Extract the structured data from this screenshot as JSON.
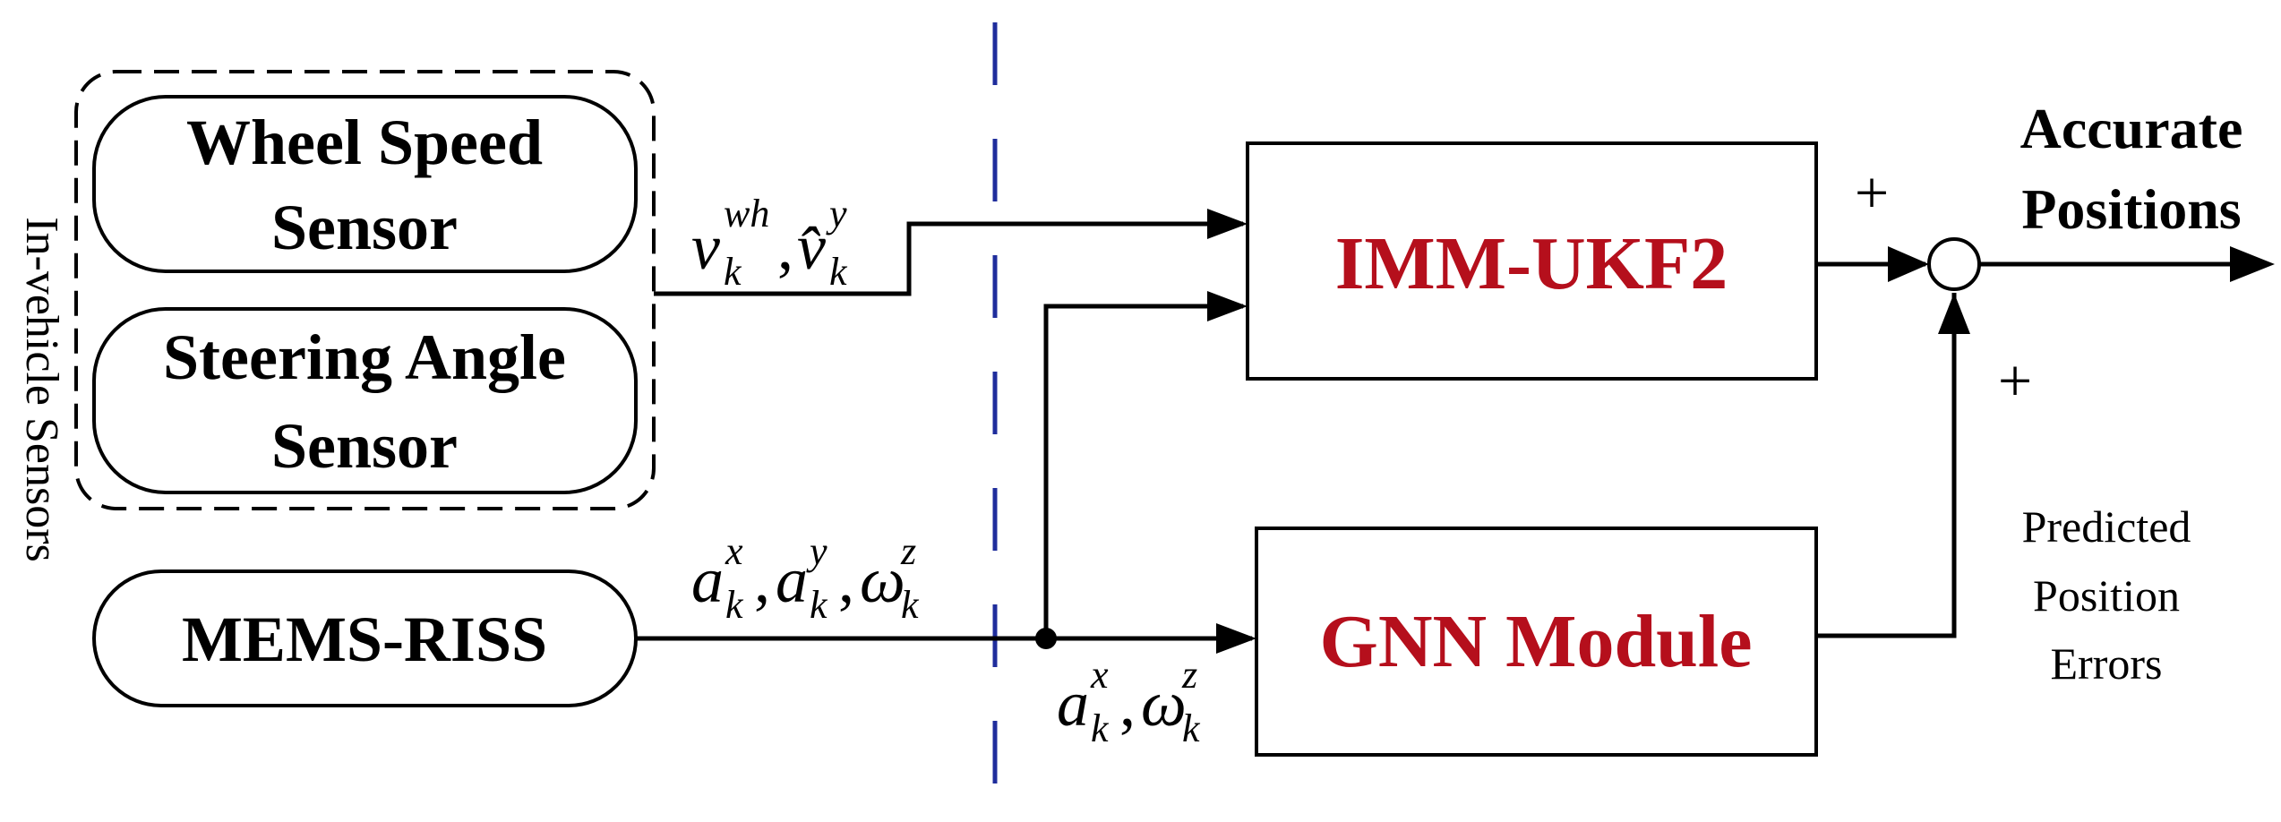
{
  "group_label": "In-vehicle Sensors",
  "nodes": {
    "wheel_speed": [
      "Wheel Speed",
      "Sensor"
    ],
    "steering_angle": [
      "Steering Angle",
      "Sensor"
    ],
    "mems_riss": "MEMS-RISS",
    "imm_ukf2": "IMM-UKF2",
    "gnn_module": "GNN Module"
  },
  "edge_labels": {
    "vehicle_signals": {
      "v": "v",
      "v_sub": "k",
      "v_sup": "wh",
      "comma": ",",
      "vhat": "v̂",
      "vhat_sub": "k",
      "vhat_sup": "y"
    },
    "riss_signals": {
      "a1": "a",
      "a1_sub": "k",
      "a1_sup": "x",
      "c1": ",",
      "a2": "a",
      "a2_sub": "k",
      "a2_sup": "y",
      "c2": ",",
      "w": "ω",
      "w_sub": "k",
      "w_sup": "z"
    },
    "gnn_inputs": {
      "a": "a",
      "a_sub": "k",
      "a_sup": "x",
      "c": ",",
      "w": "ω",
      "w_sub": "k",
      "w_sup": "z"
    }
  },
  "sum_signs": {
    "top": "+",
    "bottom": "+"
  },
  "output_label": [
    "Accurate",
    "Positions"
  ],
  "error_label": [
    "Predicted",
    "Position",
    "Errors"
  ],
  "colors": {
    "ink": "#000000",
    "highlight": "#b50f1c",
    "divider": "#1f2d9c"
  }
}
